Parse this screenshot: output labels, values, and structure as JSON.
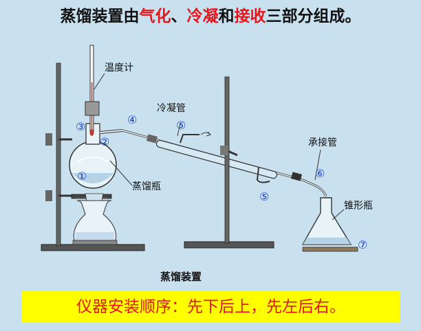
{
  "title": {
    "p1": "蒸馏装置由",
    "h1": "气化",
    "p2": "、",
    "h2": "冷凝",
    "p3": "和",
    "h3": "接收",
    "p4": "三部分组成。"
  },
  "labels": {
    "thermometer": "温度计",
    "condenser": "冷凝管",
    "flask": "蒸馏瓶",
    "adapter": "承接管",
    "erlenmeyer": "锥形瓶"
  },
  "markers": [
    "①",
    "②",
    "③",
    "④",
    "⑤",
    "⑤",
    "⑥",
    "⑦"
  ],
  "subtitle": "蒸馏装置",
  "caption": "仪器安装顺序：先下后上，先左后右。",
  "colors": {
    "background": "#c9e1ef",
    "highlight": "#e8141b",
    "marker": "#1a3dd8",
    "caption_bg": "#ffff00"
  }
}
